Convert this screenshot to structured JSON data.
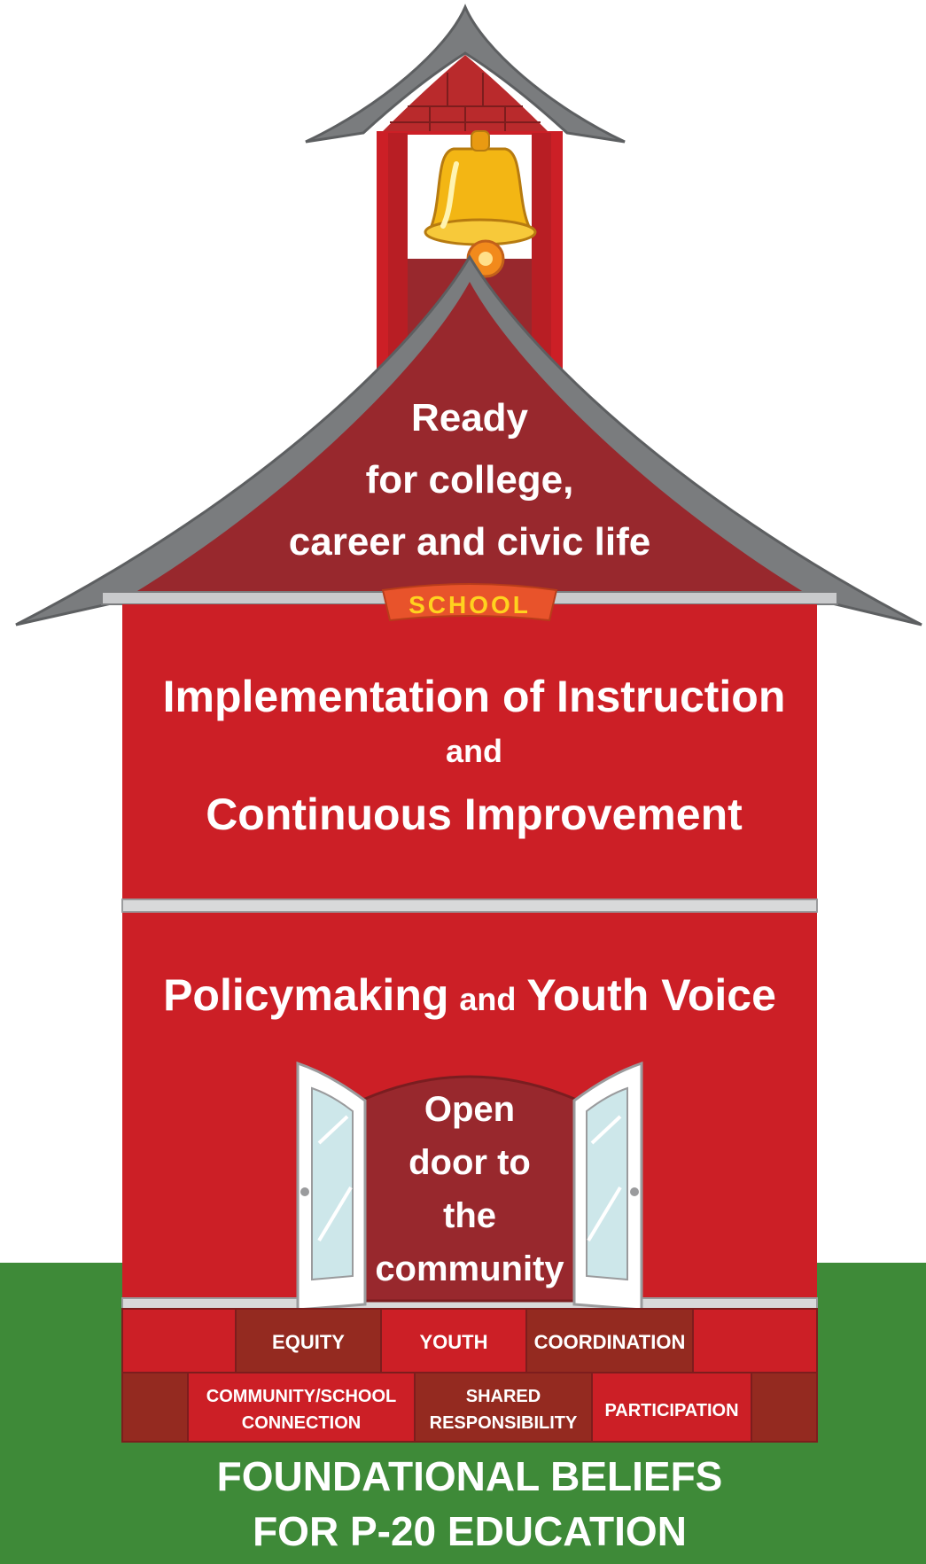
{
  "roof": {
    "lines": [
      "Ready",
      "for college,",
      "career and civic life"
    ]
  },
  "sign": {
    "label": "SCHOOL"
  },
  "middle_floor": {
    "line1": "Implementation of Instruction",
    "line2": "and",
    "line3": "Continuous Improvement"
  },
  "lower_floor": {
    "part1": "Policymaking",
    "part2": "and",
    "part3": "Youth Voice"
  },
  "door": {
    "lines": [
      "Open",
      "door to",
      "the",
      "community"
    ]
  },
  "foundation": {
    "row1": [
      "EQUITY",
      "YOUTH",
      "COORDINATION"
    ],
    "row2": [
      [
        "COMMUNITY/SCHOOL",
        "CONNECTION"
      ],
      [
        "SHARED",
        "RESPONSIBILITY"
      ],
      [
        "PARTICIPATION"
      ]
    ]
  },
  "ground": {
    "line1": "FOUNDATIONAL BELIEFS",
    "line2": "FOR P-20 EDUCATION"
  },
  "colors": {
    "wall_red": "#cc1f26",
    "roof_maroon": "#98282d",
    "brick_dark": "#942a20",
    "grass": "#3e8a38",
    "roof_gray": "#7a7c7e",
    "bell_gold": "#f3b614",
    "sign_orange": "#e8532b",
    "sign_yellow": "#ffd21f"
  }
}
